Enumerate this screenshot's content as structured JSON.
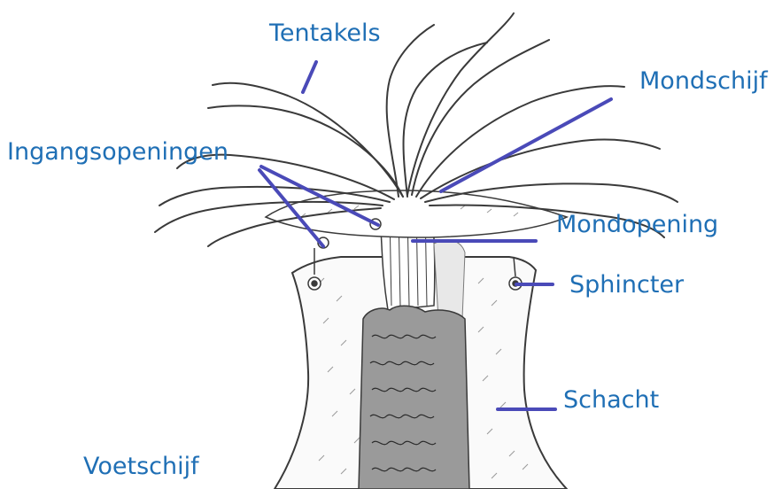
{
  "labels": {
    "tentakels": "Tentakels",
    "mondschijf": "Mondschijf",
    "ingangsopeningen": "Ingangsopeningen",
    "mondopening": "Mondopening",
    "sphincter": "Sphincter",
    "schacht": "Schacht",
    "voetschijf": "Voetschijf"
  },
  "colors": {
    "label_text": "#1f6fb5",
    "pointer_line": "#4a4ab8",
    "drawing_line": "#3a3a3a",
    "column_shading": "#9a9a9a"
  }
}
